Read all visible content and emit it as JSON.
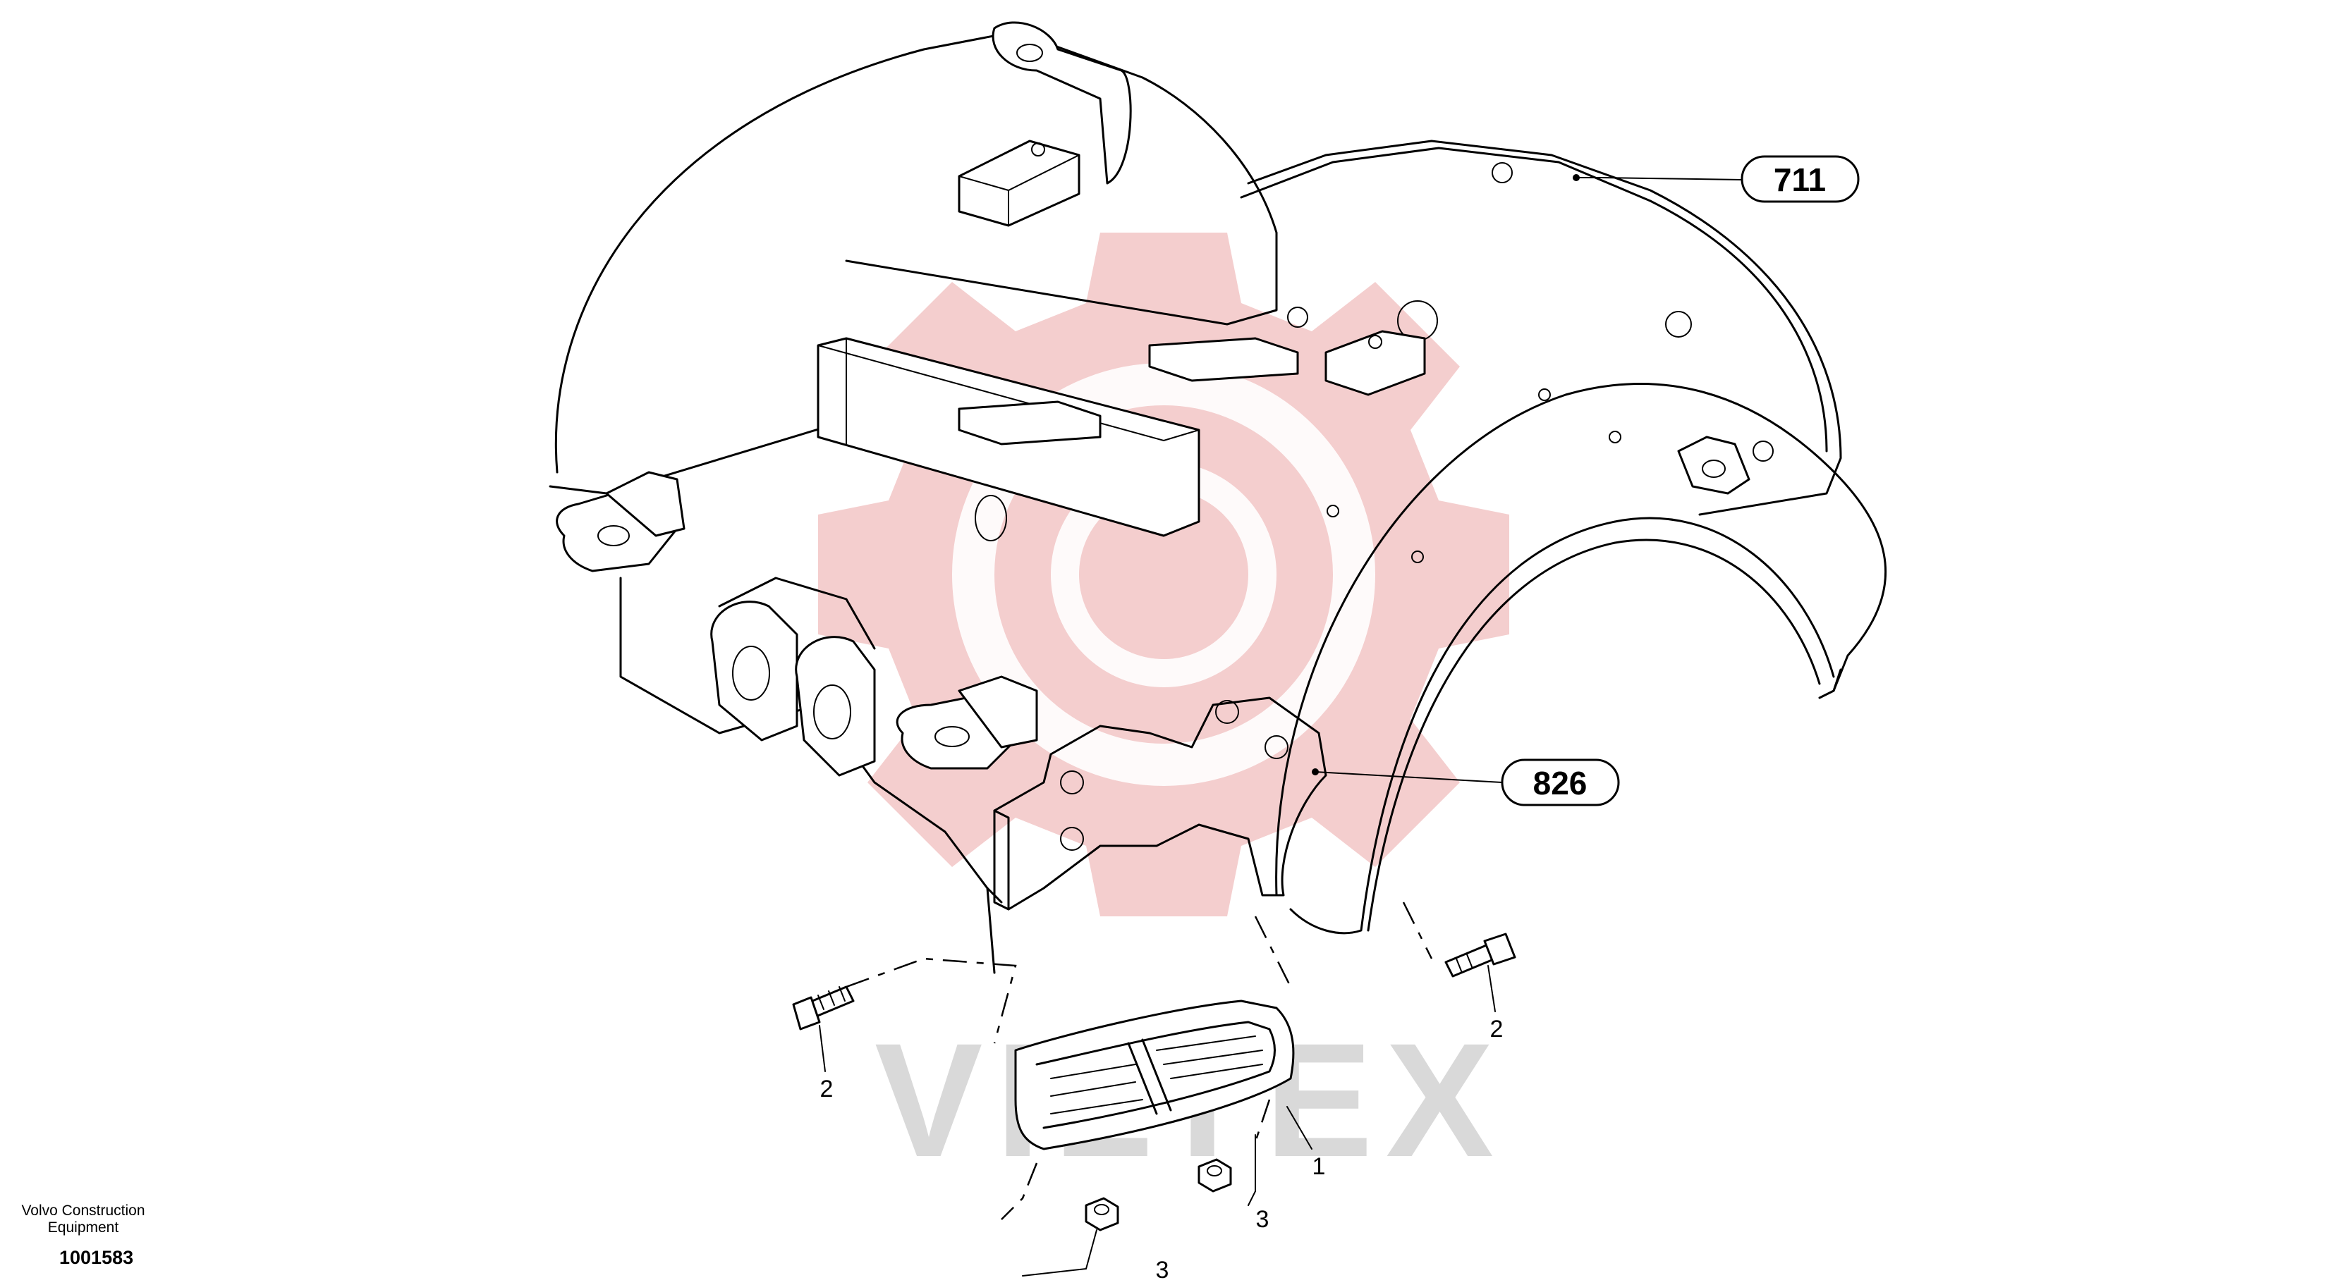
{
  "watermark": {
    "text": "VILTEX",
    "gear_color": "#f2c6c6",
    "text_color": "#d9d9d9"
  },
  "callouts": [
    {
      "id": "711",
      "label": "711"
    },
    {
      "id": "826",
      "label": "826"
    }
  ],
  "part_numbers": [
    {
      "id": "bolt-left",
      "label": "2"
    },
    {
      "id": "bolt-right",
      "label": "2"
    },
    {
      "id": "step",
      "label": "1"
    },
    {
      "id": "nut-left",
      "label": "3"
    },
    {
      "id": "nut-right",
      "label": "3"
    }
  ],
  "footer": {
    "brand_line1": "Volvo Construction",
    "brand_line2": "Equipment",
    "document_number": "1001583"
  }
}
